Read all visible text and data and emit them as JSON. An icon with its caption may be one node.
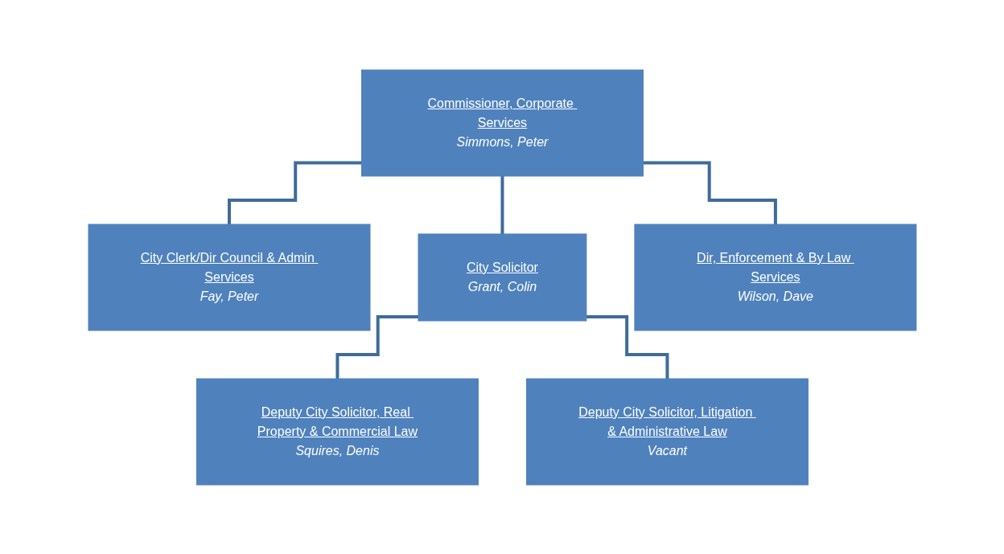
{
  "diagram": {
    "nodes": [
      {
        "text": [
          "Commissioner, Corporate Services",
          "Simmons, Peter"
        ]
      },
      {
        "text": [
          "City Clerk/Dir Council & Admin Services",
          "Fay, Peter"
        ]
      },
      {
        "text": [
          "City Solicitor",
          "Grant, Colin"
        ]
      },
      {
        "text": [
          "Dir, Enforcement & By Law Services",
          "Wilson, Dave"
        ]
      },
      {
        "text": [
          "Deputy City Solicitor, Real Property & Commercial Law",
          "Squires, Denis"
        ]
      },
      {
        "text": [
          "Deputy City Solicitor, Litigation & Administrative Law",
          "Vacant"
        ]
      }
    ],
    "edges": [
      {
        "from": 0,
        "to": 1,
        "arrow": "none"
      },
      {
        "from": 0,
        "to": 2,
        "arrow": "none"
      },
      {
        "from": 0,
        "to": 3,
        "arrow": "none"
      },
      {
        "from": 2,
        "to": 4,
        "arrow": "none"
      },
      {
        "from": 2,
        "to": 5,
        "arrow": "none"
      }
    ]
  }
}
